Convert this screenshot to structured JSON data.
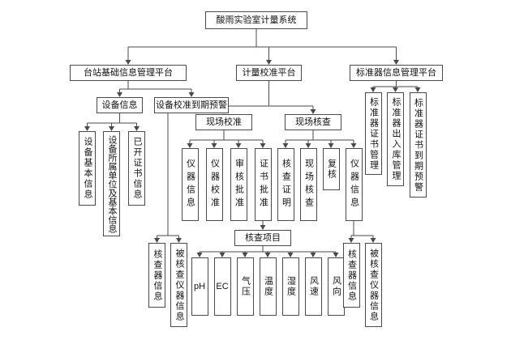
{
  "diagram": {
    "root": "酸雨实验室计量系统",
    "platforms": {
      "station": "台站基础信息管理平台",
      "metrology": "计量校准平台",
      "standard": "标准器信息管理平台"
    },
    "station_children": {
      "equipment_info": "设备信息",
      "calibration_expiry_warning": "设备校准到期预警",
      "equipment_basic_info": "设备基本信息",
      "equipment_unit_info": "设备所属单位及基本信息",
      "issued_certificate_info": "已开证书信息",
      "verifier_info": "核查器信息",
      "verified_instrument_info": "被核查仪器信息"
    },
    "metrology_children": {
      "onsite_calibration": "现场校准",
      "onsite_verification": "现场核查",
      "instrument_info": "仪器信息",
      "instrument_calibration": "仪器校准",
      "review_approval": "审核批准",
      "certificate_approval": "证书批准",
      "verification_certificate": "核查证明",
      "onsite_verification_sub": "现场核查",
      "recheck": "复核",
      "instrument_info_2": "仪器信息",
      "verification_items": "核查项目",
      "items": {
        "ph": "pH",
        "ec": "EC",
        "pressure": "气压",
        "temperature": "温度",
        "humidity": "湿度",
        "wind_speed": "风速",
        "wind_direction": "风向"
      },
      "verifier_info": "核查器信息",
      "verified_instrument_info": "被核查仪器信息"
    },
    "standard_children": {
      "certificate_mgmt": "标准器证书管理",
      "inout_mgmt": "标准器出入库管理",
      "certificate_expiry_warning": "标准器证书到期预警"
    }
  }
}
